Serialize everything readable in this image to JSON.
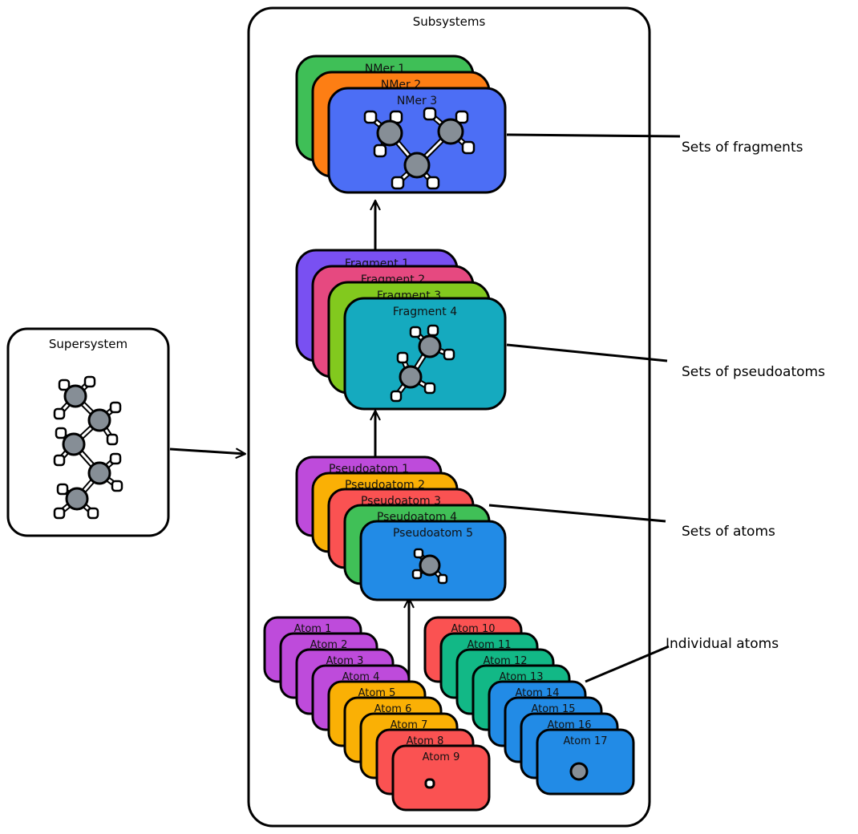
{
  "supersystem": {
    "title": "Supersystem"
  },
  "subsystems": {
    "title": "Subsystems"
  },
  "nmers": [
    {
      "label": "NMer 1",
      "color": "#3fbf57"
    },
    {
      "label": "NMer 2",
      "color": "#fd7e14"
    },
    {
      "label": "NMer 3",
      "color": "#4c6ef5"
    }
  ],
  "fragments": [
    {
      "label": "Fragment 1",
      "color": "#7950f2"
    },
    {
      "label": "Fragment 2",
      "color": "#e64980"
    },
    {
      "label": "Fragment 3",
      "color": "#82c91e"
    },
    {
      "label": "Fragment 4",
      "color": "#15aabf"
    }
  ],
  "pseudoatoms": [
    {
      "label": "Pseudoatom 1",
      "color": "#be4bdb"
    },
    {
      "label": "Pseudoatom 2",
      "color": "#fab005"
    },
    {
      "label": "Pseudoatom 3",
      "color": "#fa5252"
    },
    {
      "label": "Pseudoatom 4",
      "color": "#40c057"
    },
    {
      "label": "Pseudoatom 5",
      "color": "#228be6"
    }
  ],
  "atoms_left": [
    {
      "label": "Atom 1",
      "color": "#be4bdb"
    },
    {
      "label": "Atom 2",
      "color": "#be4bdb"
    },
    {
      "label": "Atom 3",
      "color": "#be4bdb"
    },
    {
      "label": "Atom 4",
      "color": "#be4bdb"
    },
    {
      "label": "Atom 5",
      "color": "#fab005"
    },
    {
      "label": "Atom 6",
      "color": "#fab005"
    },
    {
      "label": "Atom 7",
      "color": "#fab005"
    },
    {
      "label": "Atom 8",
      "color": "#fa5252"
    },
    {
      "label": "Atom 9",
      "color": "#fa5252"
    }
  ],
  "atoms_right": [
    {
      "label": "Atom 10",
      "color": "#fa5252"
    },
    {
      "label": "Atom 11",
      "color": "#12b886"
    },
    {
      "label": "Atom 12",
      "color": "#12b886"
    },
    {
      "label": "Atom 13",
      "color": "#12b886"
    },
    {
      "label": "Atom 14",
      "color": "#228be6"
    },
    {
      "label": "Atom 15",
      "color": "#228be6"
    },
    {
      "label": "Atom 16",
      "color": "#228be6"
    },
    {
      "label": "Atom 17",
      "color": "#228be6"
    }
  ],
  "annotations": {
    "nmers": "Sets of fragments",
    "fragments": "Sets of pseudoatoms",
    "pseudoatoms": "Sets of atoms",
    "atoms": "Individual atoms"
  }
}
